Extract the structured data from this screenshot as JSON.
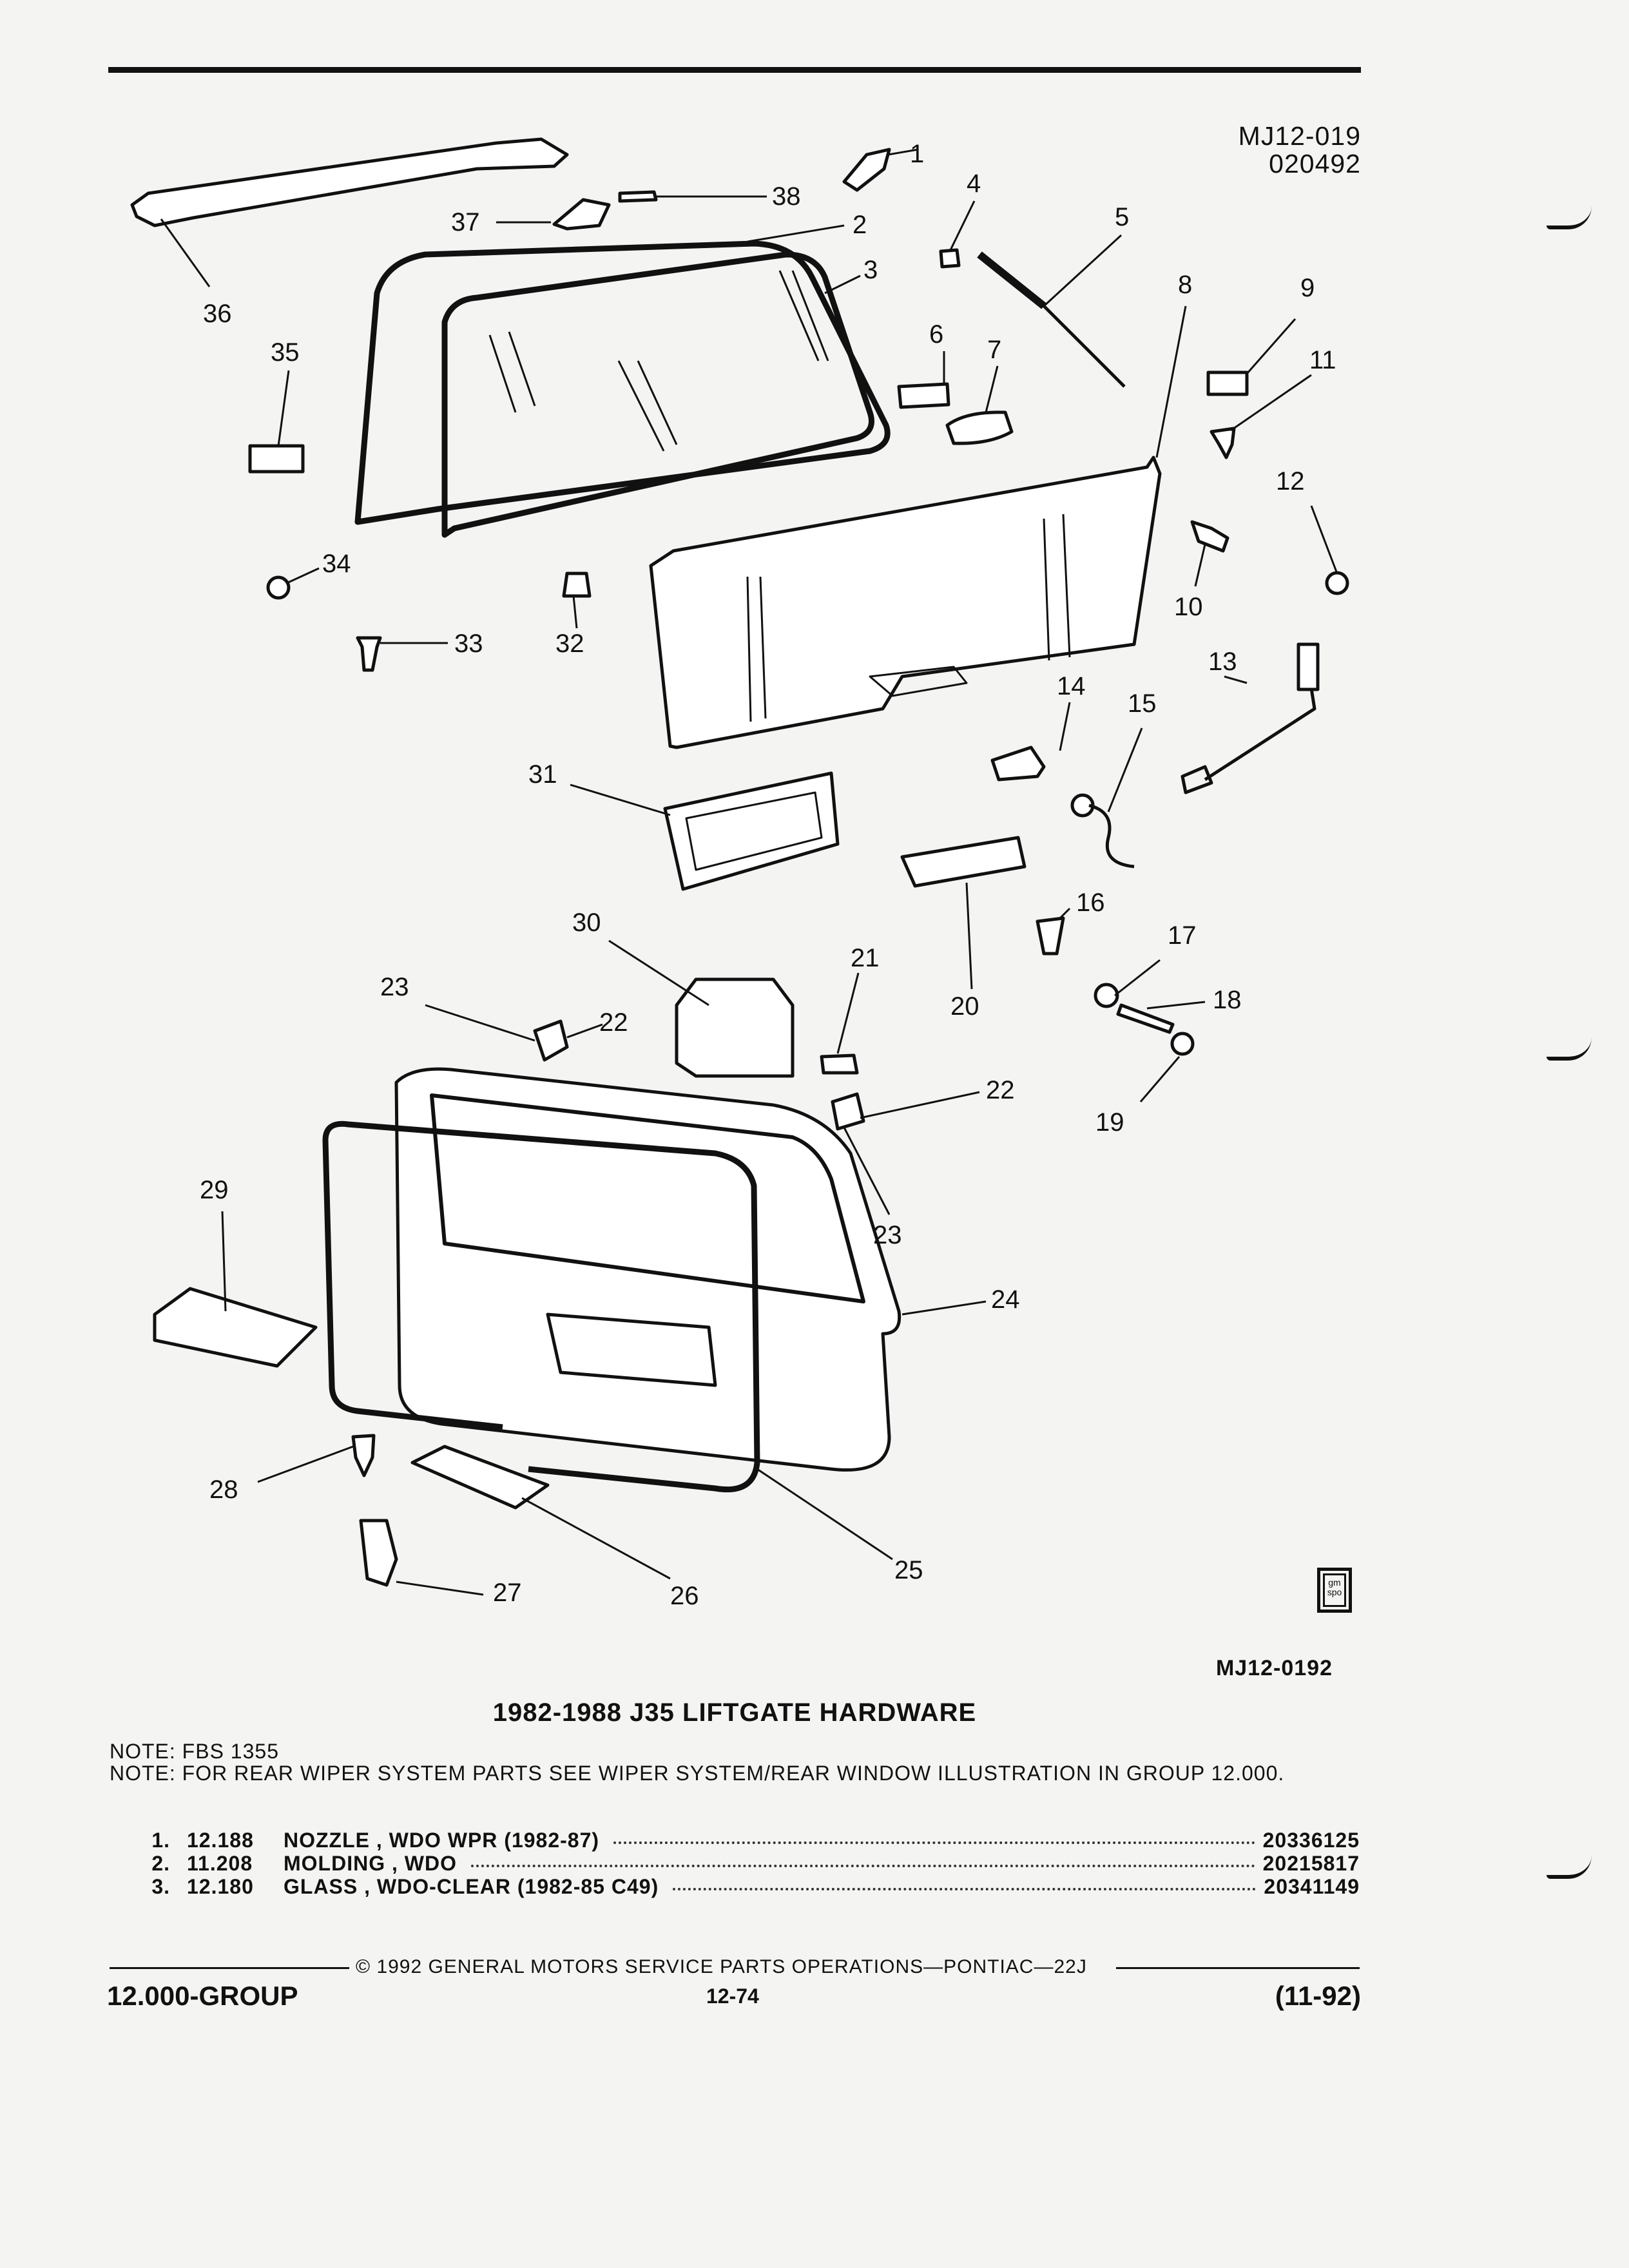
{
  "reference": {
    "code": "MJ12-019",
    "date": "020492"
  },
  "callouts": {
    "n1": "1",
    "n2": "2",
    "n3": "3",
    "n4": "4",
    "n5": "5",
    "n6": "6",
    "n7": "7",
    "n8": "8",
    "n9": "9",
    "n10": "10",
    "n11": "11",
    "n12": "12",
    "n13": "13",
    "n14": "14",
    "n15": "15",
    "n16": "16",
    "n17": "17",
    "n18": "18",
    "n19": "19",
    "n20": "20",
    "n21": "21",
    "n22": "22",
    "n23": "23",
    "n24": "24",
    "n25": "25",
    "n26": "26",
    "n27": "27",
    "n28": "28",
    "n29": "29",
    "n30": "30",
    "n31": "31",
    "n32": "32",
    "n33": "33",
    "n34": "34",
    "n35": "35",
    "n36": "36",
    "n37": "37",
    "n38": "38"
  },
  "logo_text": "gm spo",
  "illustration_id": "MJ12-0192",
  "title": "1982-1988 J35 LIFTGATE HARDWARE",
  "notes": [
    "NOTE:  FBS 1355",
    "NOTE:  FOR REAR WIPER SYSTEM PARTS SEE WIPER SYSTEM/REAR WINDOW ILLUSTRATION IN GROUP 12.000."
  ],
  "parts": [
    {
      "num": "1.",
      "fig": "12.188",
      "desc": "NOZZLE , WDO WPR (1982-87)",
      "pn": "20336125"
    },
    {
      "num": "2.",
      "fig": "11.208",
      "desc": "MOLDING , WDO",
      "pn": "20215817"
    },
    {
      "num": "3.",
      "fig": "12.180",
      "desc": "GLASS , WDO-CLEAR (1982-85 C49)",
      "pn": "20341149"
    }
  ],
  "footer": {
    "copyright": "©  1992  GENERAL MOTORS SERVICE PARTS OPERATIONS—PONTIAC—22J",
    "group": "12.000-GROUP",
    "page": "12-74",
    "revision": "(11-92)"
  }
}
